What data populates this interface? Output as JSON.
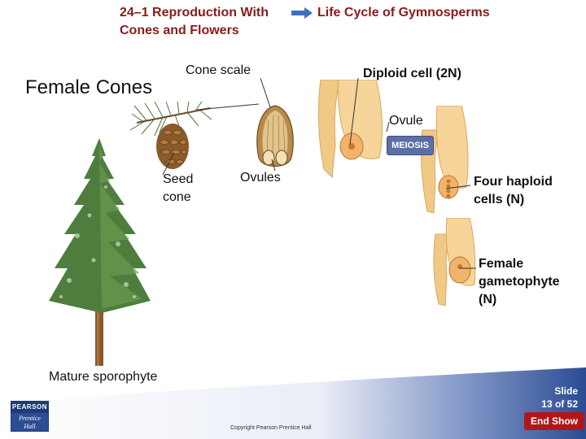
{
  "header": {
    "title_line1": "24–1 Reproduction With",
    "title_line2": "Cones and Flowers",
    "section_title": "Life Cycle of Gymnosperms",
    "arrow_icon": "right-arrow-icon"
  },
  "labels": {
    "female_cones": "Female Cones",
    "cone_scale": "Cone scale",
    "diploid_cell": "Diploid cell (2N)",
    "ovule": "Ovule",
    "meiosis": "MEIOSIS",
    "seed_cone_line1": "Seed",
    "seed_cone_line2": "cone",
    "ovules": "Ovules",
    "four_haploid_line1": "Four haploid",
    "four_haploid_line2": "cells (N)",
    "female_gameto_line1": "Female",
    "female_gameto_line2": "gametophyte",
    "female_gameto_line3": "(N)",
    "mature_sporophyte": "Mature sporophyte"
  },
  "footer": {
    "slide_line1": "Slide",
    "slide_line2": "13 of 52",
    "copyright": "Copyright Pearson Prentice Hall",
    "end_show": "End Show",
    "logo_top": "PEARSON",
    "logo_bottom_line1": "Prentice",
    "logo_bottom_line2": "Hall"
  },
  "colors": {
    "header_text": "#8b1a1a",
    "footer_band": "#2b4c93",
    "end_show_button": "#b01818",
    "meiosis_badge": "#5b6fa6",
    "ovule_fill": "#f6d49a"
  }
}
